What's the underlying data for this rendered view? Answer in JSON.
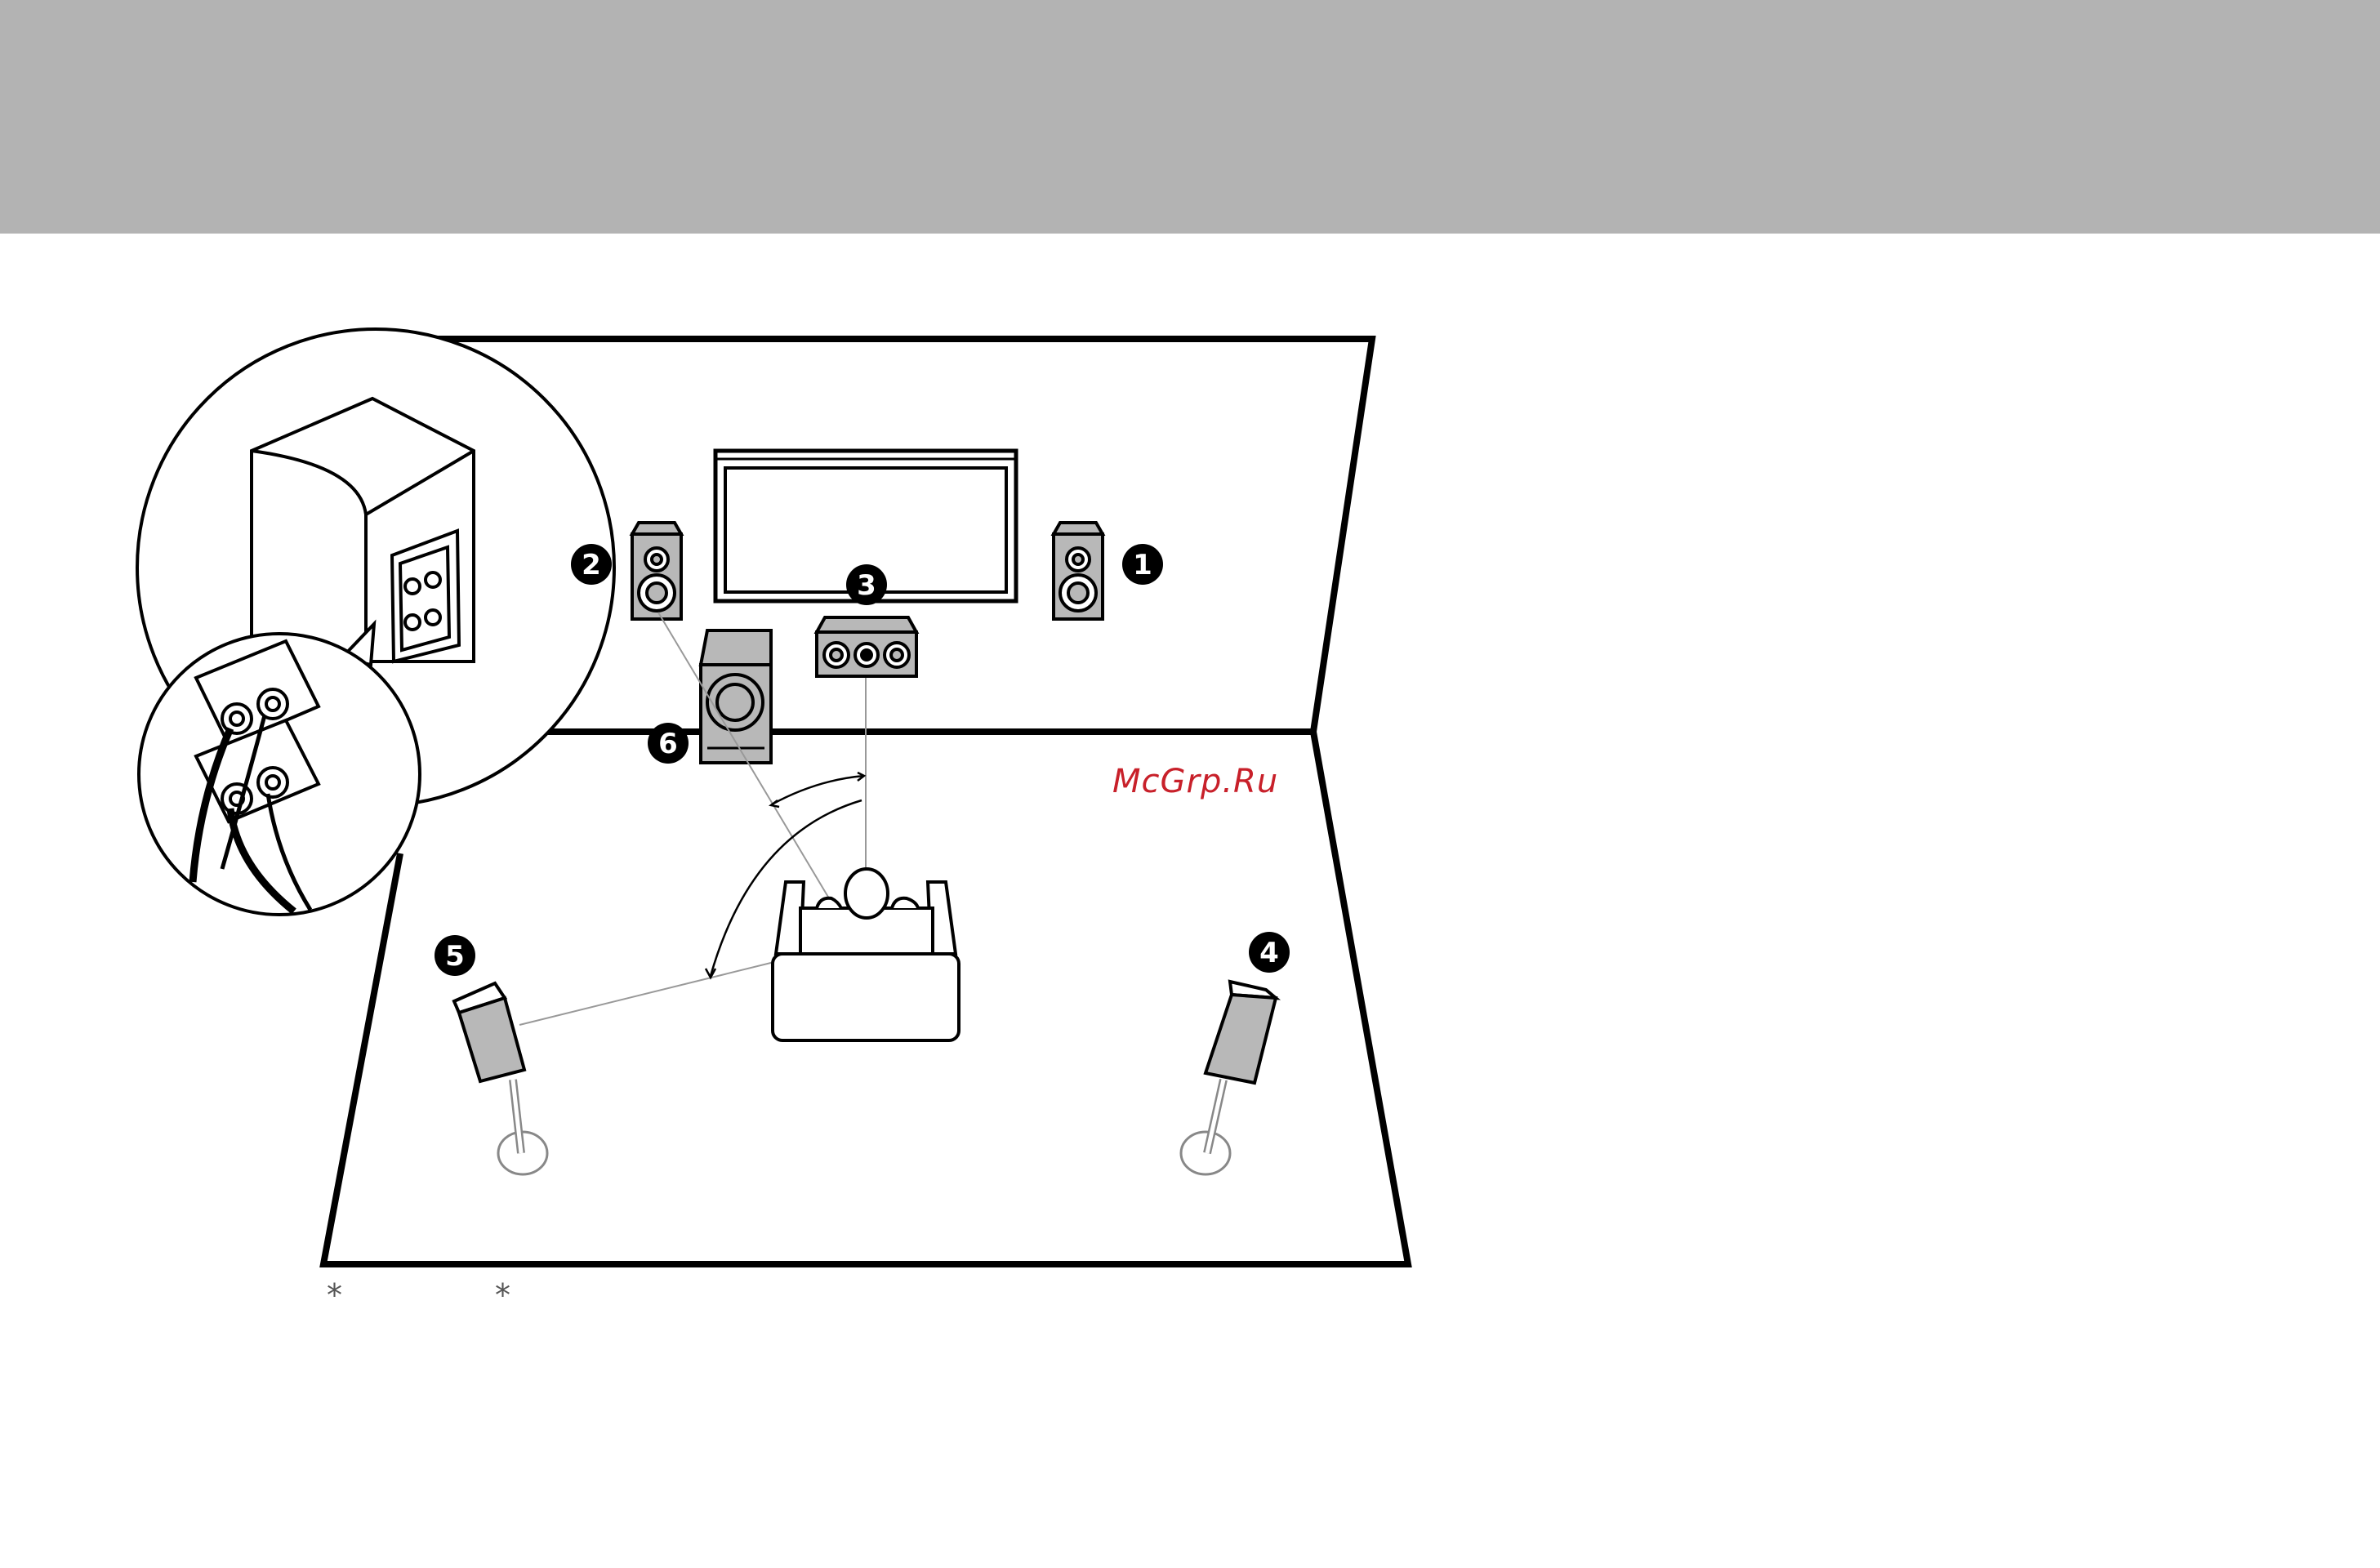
{
  "header": {
    "band_color": "#b3b3b3"
  },
  "speakers": [
    {
      "number": "1",
      "name": "front-right-speaker"
    },
    {
      "number": "2",
      "name": "front-left-speaker"
    },
    {
      "number": "3",
      "name": "center-speaker"
    },
    {
      "number": "4",
      "name": "surround-right-speaker"
    },
    {
      "number": "5",
      "name": "surround-left-speaker"
    },
    {
      "number": "6",
      "name": "subwoofer"
    }
  ],
  "watermark": {
    "text": "McGrp.Ru",
    "color": "#c8202a"
  },
  "footnotes": [
    "*",
    "*"
  ],
  "colors": {
    "line": "#000000",
    "speaker_fill": "#b8b8b8",
    "guide_line": "#999999"
  }
}
